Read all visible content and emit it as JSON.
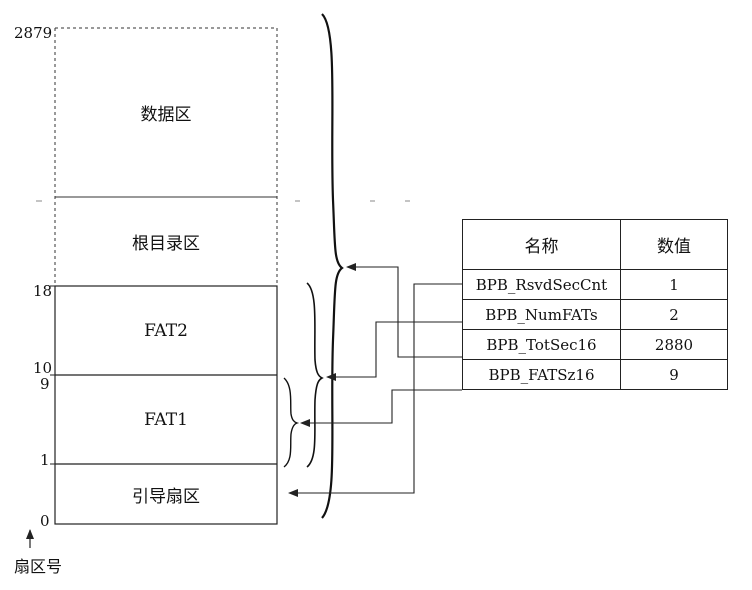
{
  "regions": {
    "data": "数据区",
    "root_dir": "根目录区",
    "fat2": "FAT2",
    "fat1": "FAT1",
    "boot": "引导扇区"
  },
  "sector_labels": {
    "s2879": "2879",
    "s18": "18",
    "s10": "10",
    "s9": "9",
    "s1": "1",
    "s0": "0"
  },
  "axis_label": "扇区号",
  "table": {
    "headers": [
      "名称",
      "数值"
    ],
    "rows": [
      {
        "name": "BPB_RsvdSecCnt",
        "value": "1"
      },
      {
        "name": "BPB_NumFATs",
        "value": "2"
      },
      {
        "name": "BPB_TotSec16",
        "value": "2880"
      },
      {
        "name": "BPB_FATSz16",
        "value": "9"
      }
    ]
  },
  "colors": {
    "line": "#222222",
    "background": "#ffffff"
  }
}
